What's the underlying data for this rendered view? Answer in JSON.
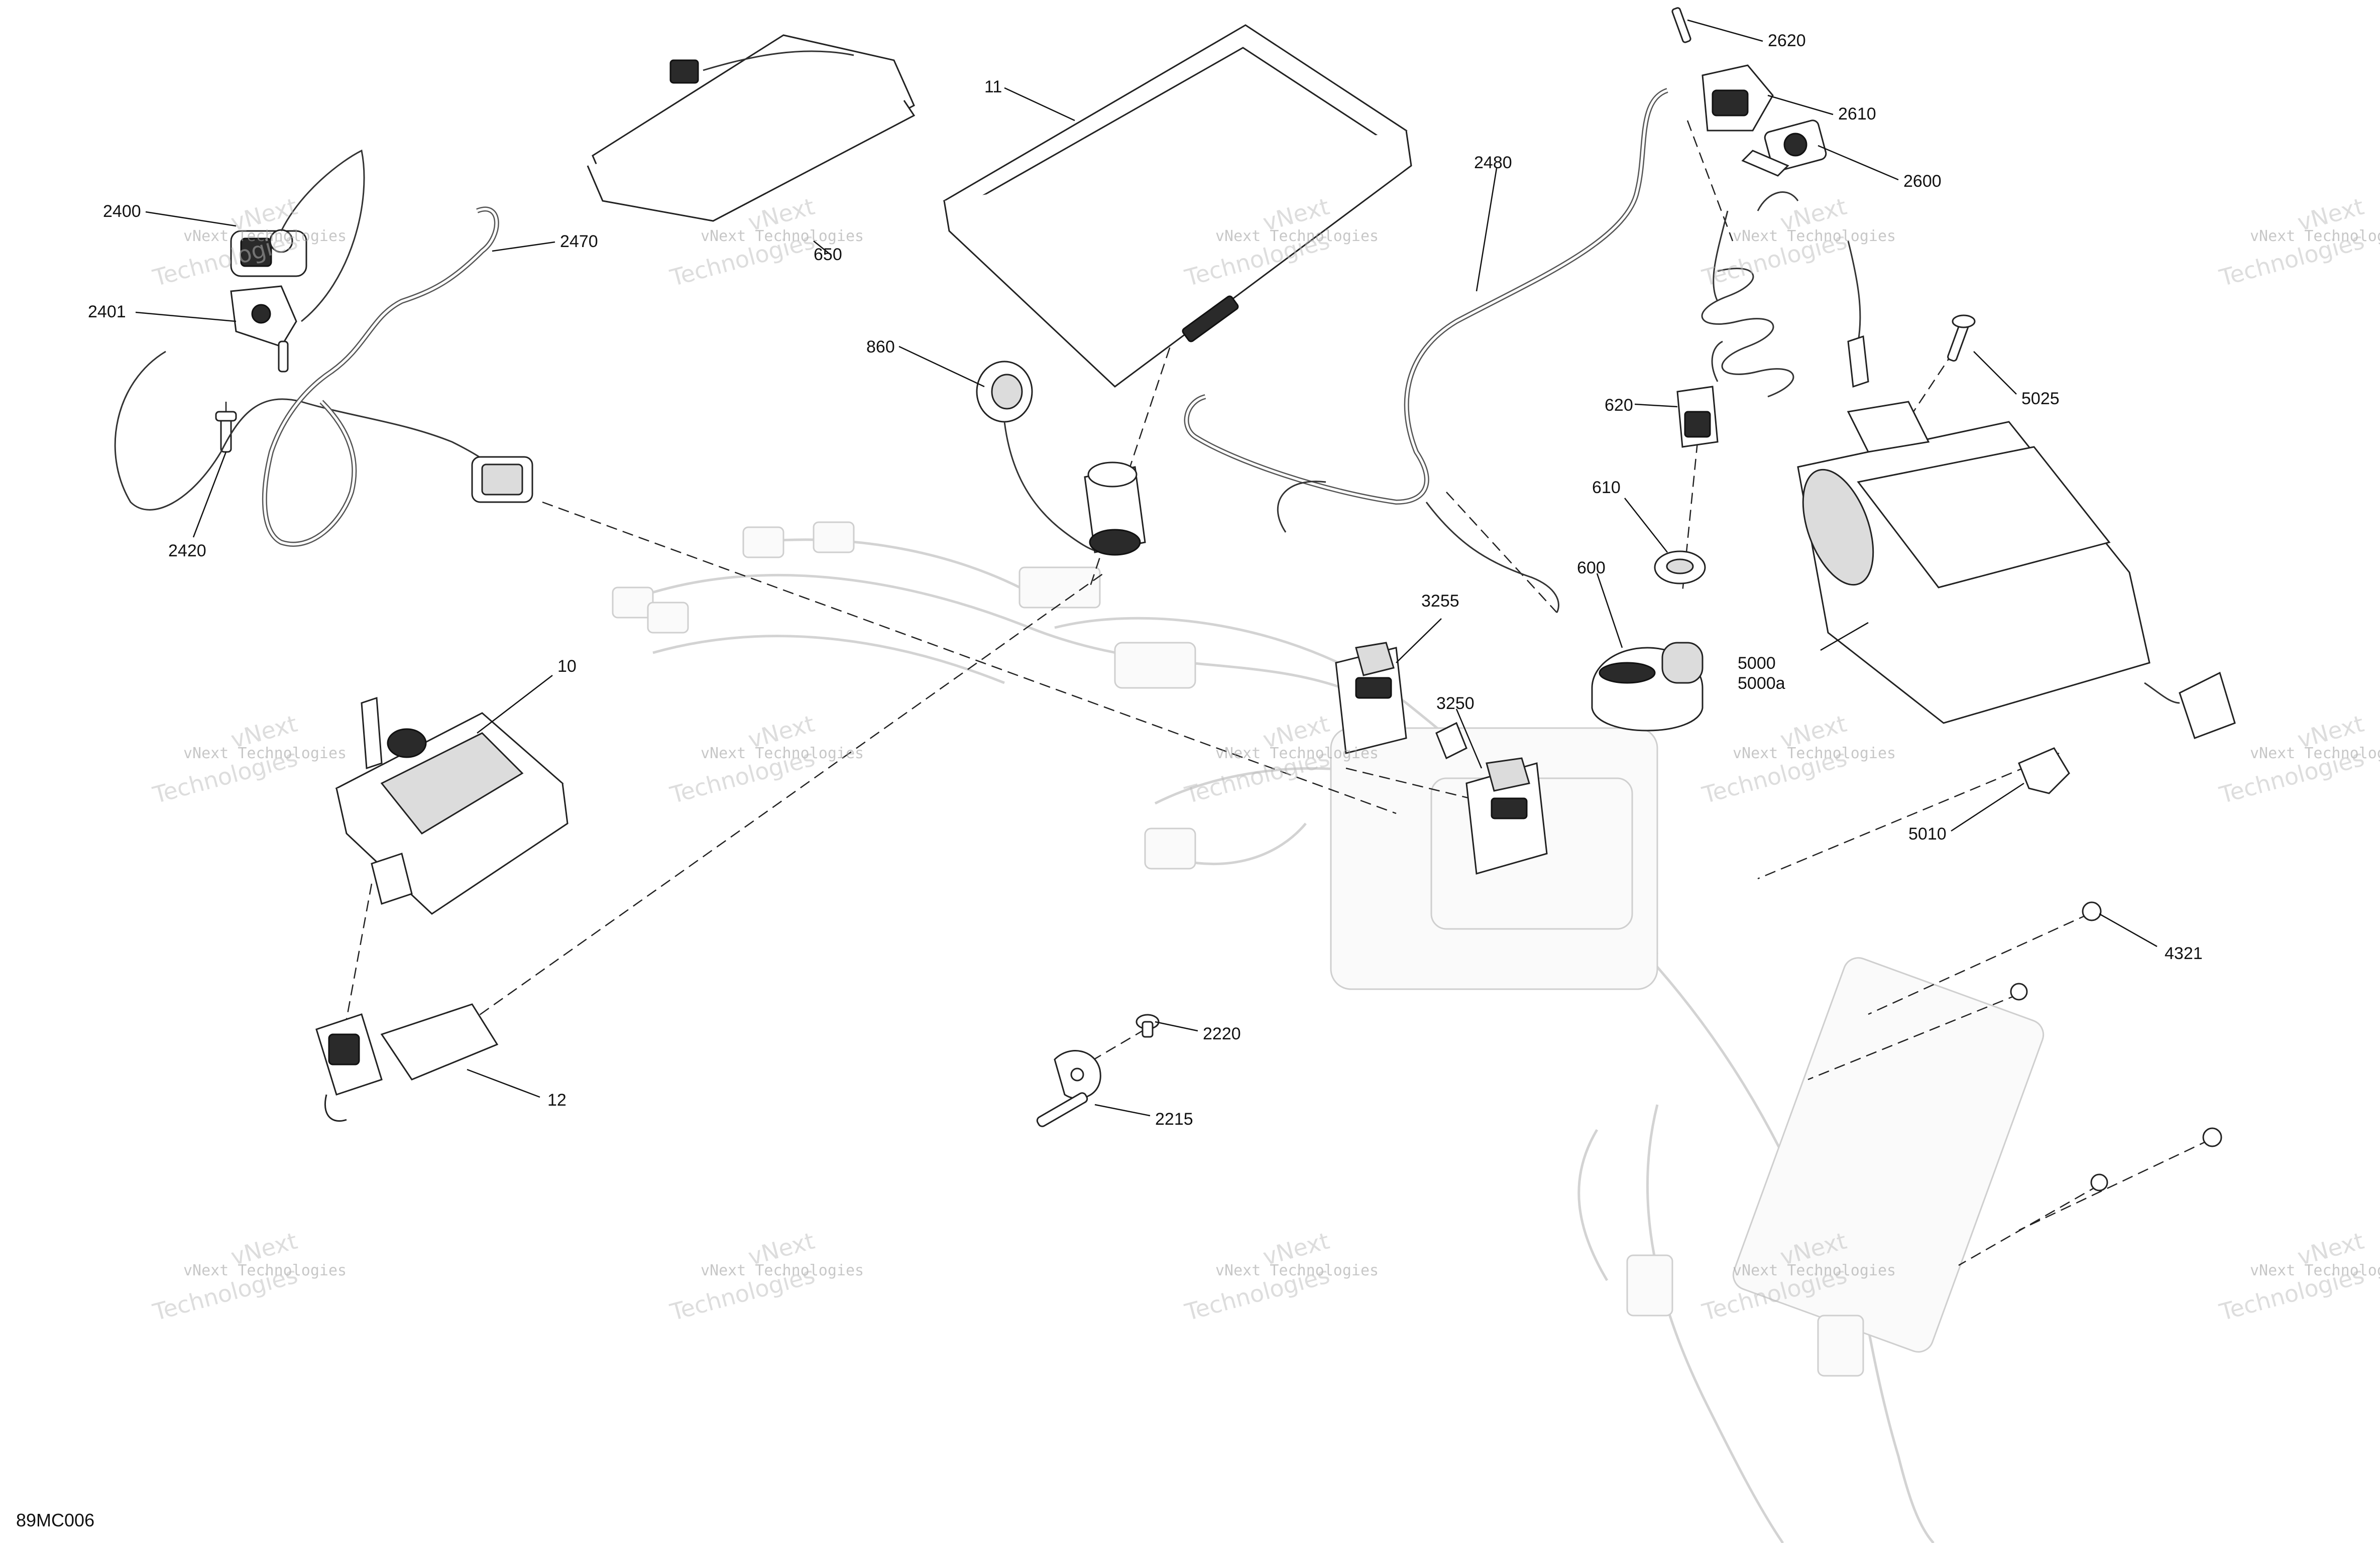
{
  "figure_code": "89MC006",
  "watermark": {
    "line1": "vNext Technologies",
    "line2a": "vNext",
    "line2b": "Technologies"
  },
  "part_labels": [
    {
      "id": "2400",
      "text": "2400"
    },
    {
      "id": "2401",
      "text": "2401"
    },
    {
      "id": "2420",
      "text": "2420"
    },
    {
      "id": "2470",
      "text": "2470"
    },
    {
      "id": "650",
      "text": "650"
    },
    {
      "id": "11",
      "text": "11"
    },
    {
      "id": "860",
      "text": "860"
    },
    {
      "id": "2480",
      "text": "2480"
    },
    {
      "id": "2620",
      "text": "2620"
    },
    {
      "id": "2610",
      "text": "2610"
    },
    {
      "id": "2600",
      "text": "2600"
    },
    {
      "id": "620",
      "text": "620"
    },
    {
      "id": "5025",
      "text": "5025"
    },
    {
      "id": "610",
      "text": "610"
    },
    {
      "id": "600",
      "text": "600"
    },
    {
      "id": "5000",
      "text": "5000"
    },
    {
      "id": "5000a",
      "text": "5000a"
    },
    {
      "id": "3255",
      "text": "3255"
    },
    {
      "id": "3250",
      "text": "3250"
    },
    {
      "id": "10",
      "text": "10"
    },
    {
      "id": "5010",
      "text": "5010"
    },
    {
      "id": "4321",
      "text": "4321"
    },
    {
      "id": "2220",
      "text": "2220"
    },
    {
      "id": "2215",
      "text": "2215"
    },
    {
      "id": "12",
      "text": "12"
    }
  ]
}
